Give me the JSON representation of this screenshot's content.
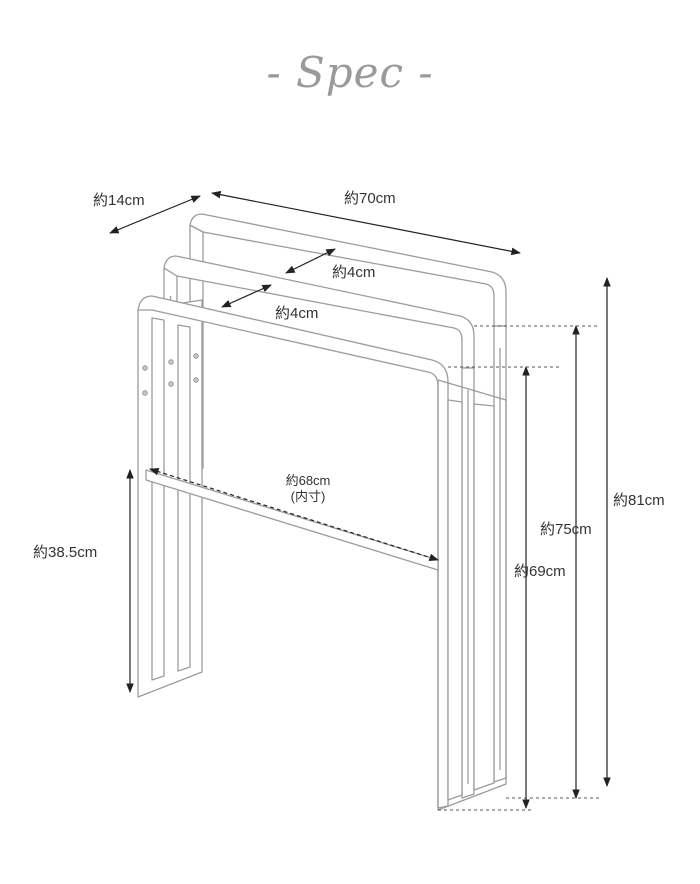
{
  "title": "- Spec -",
  "labels": {
    "depth": "約14cm",
    "width": "約70cm",
    "gap_upper": "約4cm",
    "gap_lower": "約4cm",
    "inner_width": "約68cm",
    "inner_width_note": "(内寸)",
    "bar_height": "約38.5cm",
    "height_total": "約81cm",
    "height_middle": "約75cm",
    "height_front": "約69cm"
  },
  "colors": {
    "frame_fill": "#ffffff",
    "frame_stroke": "#9c9c9c",
    "dimension_line": "#222222",
    "guide_line": "#555555",
    "title": "#9a9a9a"
  }
}
